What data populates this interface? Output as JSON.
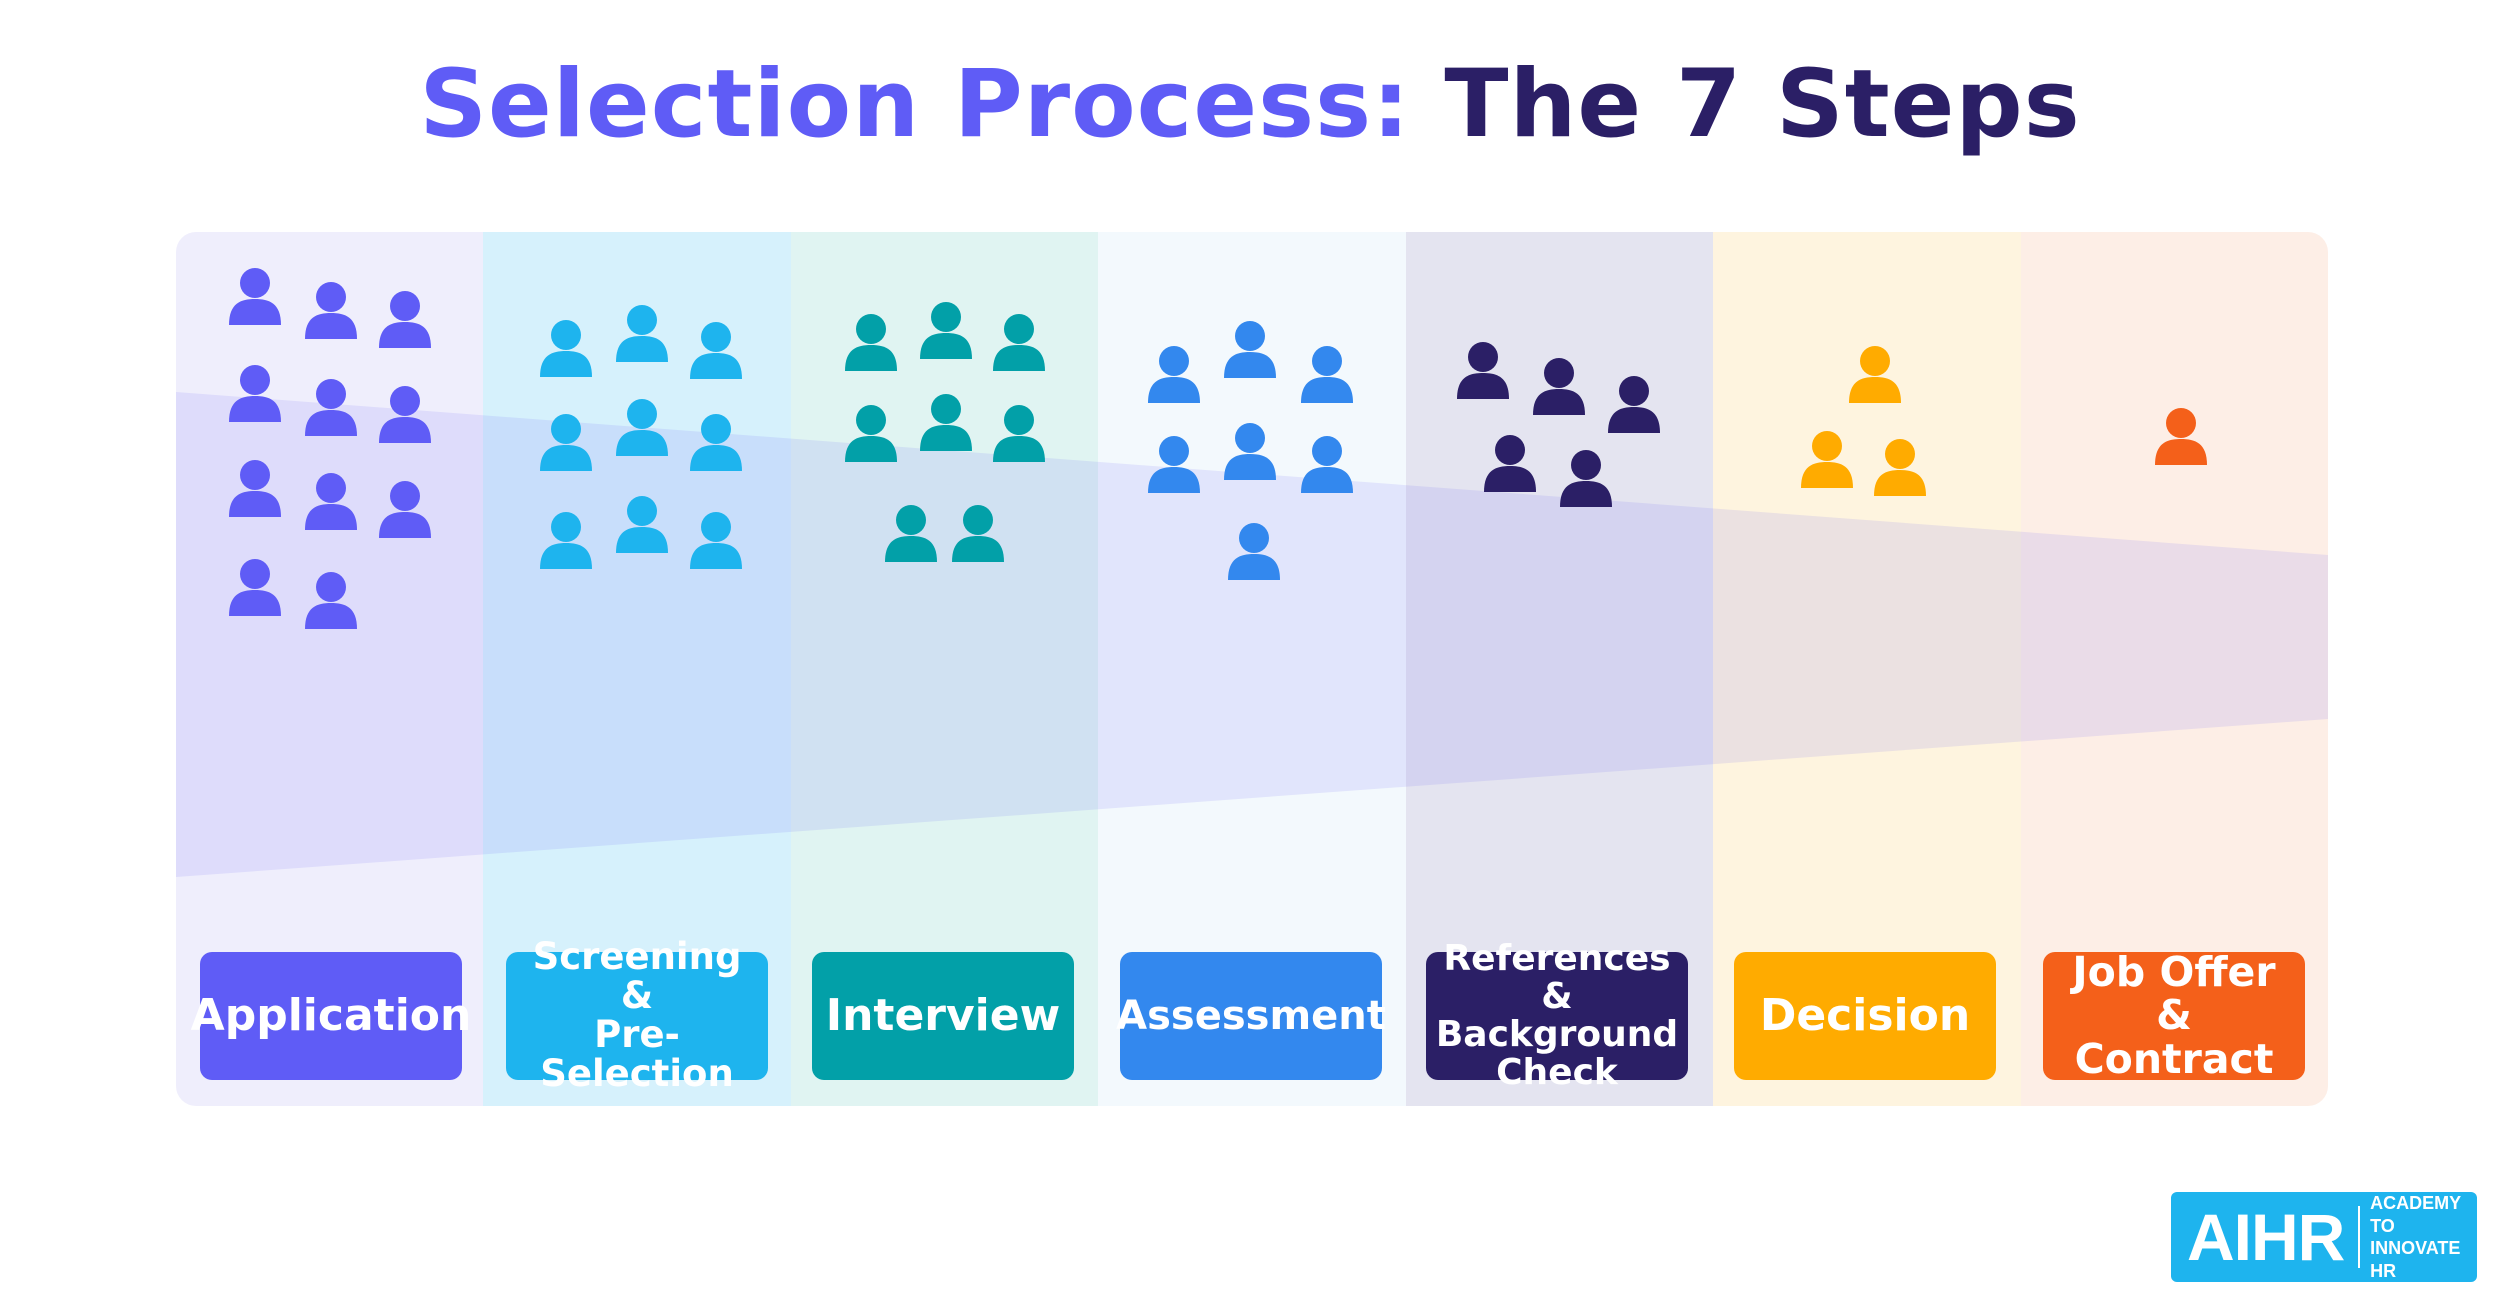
{
  "title": {
    "accent": "Selection Process:",
    "rest": "The 7 Steps"
  },
  "colors": {
    "title_accent": "#5f5cf6",
    "title_rest": "#2b1f66",
    "funnel": "#5f5cf6"
  },
  "steps": [
    {
      "label": "Application",
      "color": "#5f5cf6",
      "tint": "#efeefc",
      "people": 11
    },
    {
      "label": "Screening &\nPre-Selection",
      "color": "#1eb4ee",
      "tint": "#d6f1fc",
      "people": 9
    },
    {
      "label": "Interview",
      "color": "#02a0a8",
      "tint": "#e0f4f2",
      "people": 8
    },
    {
      "label": "Assessment",
      "color": "#3388ee",
      "tint": "#f3f9fd",
      "people": 7
    },
    {
      "label": "References &\nBackground\nCheck",
      "color": "#2b1f66",
      "tint": "#e4e4f0",
      "people": 5
    },
    {
      "label": "Decision",
      "color": "#ffab00",
      "tint": "#fef4df",
      "people": 3
    },
    {
      "label": "Job Offer &\nContract",
      "color": "#f4601a",
      "tint": "#fdeee6",
      "people": 1
    }
  ],
  "logo": {
    "mark": "AIHR",
    "tagline": "ACADEMY TO\nINNOVATE HR",
    "color": "#1eb4ee"
  }
}
